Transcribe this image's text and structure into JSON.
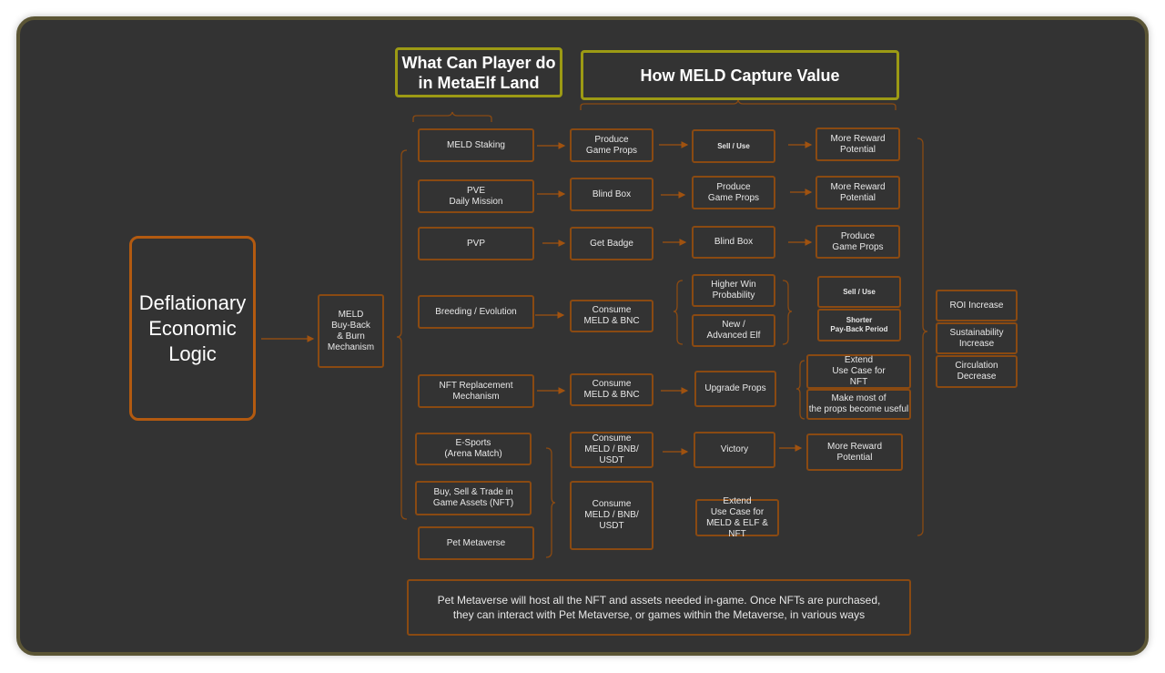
{
  "headers": {
    "player": "What Can Player do\nin MetaElf Land",
    "meld": "How MELD Capture Value"
  },
  "root": "Deflationary\nEconomic\nLogic",
  "mechanism": "MELD\nBuy-Back\n& Burn\nMechanism",
  "activities": [
    "MELD Staking",
    "PVE\nDaily Mission",
    "PVP",
    "Breeding / Evolution",
    "NFT Replacement\nMechanism",
    "E-Sports\n(Arena Match)",
    "Buy, Sell & Trade in\nGame Assets (NFT)",
    "Pet Metaverse"
  ],
  "step1": [
    "Produce\nGame Props",
    "Blind Box",
    "Get Badge",
    "Consume\nMELD & BNC",
    "Consume\nMELD & BNC",
    "Consume\nMELD / BNB/ USDT",
    "Consume\nMELD / BNB/ USDT"
  ],
  "step2": [
    "Sell / Use",
    "Produce\nGame Props",
    "Blind Box",
    "Higher Win\nProbability",
    "New /\nAdvanced Elf",
    "Upgrade Props",
    "Victory",
    "Extend\nUse Case for\nMELD & ELF & NFT"
  ],
  "step3": [
    "More Reward\nPotential",
    "More Reward\nPotential",
    "Produce\nGame Props",
    "Sell / Use",
    "Shorter\nPay-Back Period",
    "Extend\nUse Case for\nNFT",
    "Make most of\nthe props become useful",
    "More Reward\nPotential"
  ],
  "outcomes": [
    "ROI Increase",
    "Sustainability\nIncrease",
    "Circulation\nDecrease"
  ],
  "note": "Pet Metaverse will host all the NFT and assets needed in-game. Once NFTs are purchased,\nthey can interact with Pet Metaverse, or games within the Metaverse, in various ways",
  "colors": {
    "background": "#333333",
    "box_border": "#8a4a12",
    "header_border": "#9c9a14",
    "frame": "#5b5535",
    "arrow": "#a0520f"
  }
}
